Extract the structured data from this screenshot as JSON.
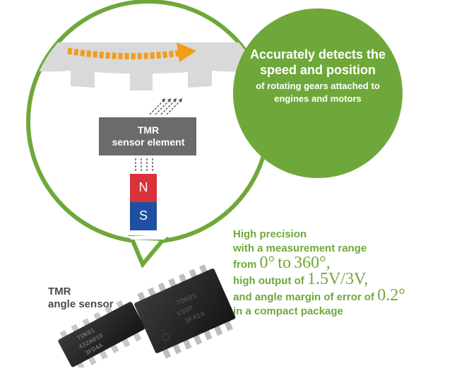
{
  "callout": {
    "tmr_element_label": "TMR\nsensor element",
    "magnet_n": "N",
    "magnet_s": "S"
  },
  "feature_circle": {
    "headline": "Accurately detects the speed and position",
    "subtext": "of rotating gears attached to engines and motors"
  },
  "product": {
    "label_line1": "TMR",
    "label_line2": "angle sensor",
    "chip_small_marking": [
      "TOK01",
      "432A01D",
      "3FD4A"
    ],
    "chip_large_marking": [
      "TDK01",
      "V30P",
      "3FA1A"
    ]
  },
  "specs": {
    "line1": "High precision",
    "line2": "with a measurement range",
    "line3_prefix": "from ",
    "range_start": "0°",
    "range_to": "to",
    "range_end": "360°,",
    "line4_prefix": "high output of ",
    "output_value": "1.5V/3V,",
    "line5_prefix": "and angle margin of error of ",
    "error_value": "0.2°",
    "line6": "in a compact package"
  },
  "colors": {
    "green": "#6fa83a",
    "gear_gray": "#d9d9d9",
    "element_gray": "#6b6b6b",
    "magnet_red": "#d9323a",
    "magnet_blue": "#1f4fa3",
    "arrow_orange": "#f39c1b"
  }
}
